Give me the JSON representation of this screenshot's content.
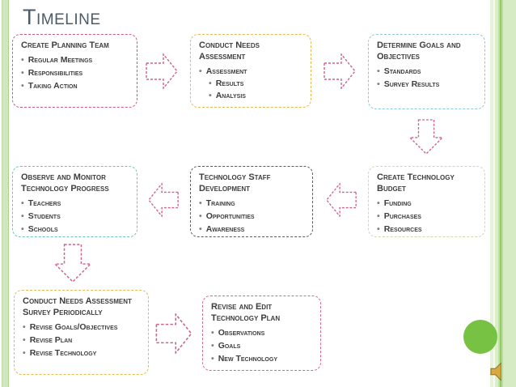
{
  "slide": {
    "title": "Timeline",
    "title_color": "#4A5B6B",
    "background": "#FFFFFF"
  },
  "glyphs": {
    "bullet": "•"
  },
  "decorations": {
    "arrow_color": "#CF608C",
    "left_strip_color": "#D0E6C1",
    "stripe_greens": [
      "#E7F2DB",
      "#DCEDCA",
      "#C2E0A4",
      "#90CB66",
      "#D6EBC4"
    ],
    "circle_color": "#77C143",
    "speaker_icon": "speaker-icon",
    "speaker_color": "#D9A93F"
  },
  "boxes": [
    {
      "title": "Create Planning Team",
      "border_color": "#C85A81",
      "bullets": [
        "Regular Meetings",
        "Responsibilities",
        "Taking Action"
      ]
    },
    {
      "title": "Conduct Needs Assessment",
      "border_color": "#E9B94D",
      "bullets": [
        "Assessment",
        "Results",
        "Analysis"
      ]
    },
    {
      "title": "Determine Goals and Objectives",
      "border_color": "#8EC7DB",
      "bullets": [
        "Standards",
        "Survey Results"
      ]
    },
    {
      "title": "Observe and Monitor Technology Progress",
      "border_color": "#6EC4BD",
      "bullets": [
        "Teachers",
        "Students",
        "Schools"
      ]
    },
    {
      "title": "Technology Staff Development",
      "border_color": "#5A5A5A",
      "bullets": [
        "Training",
        "Opportunities",
        "Awareness"
      ]
    },
    {
      "title": "Create Technology Budget",
      "border_color": "#CBDAB2",
      "bullets": [
        "Funding",
        "Purchases",
        "Resources"
      ]
    },
    {
      "title": "Conduct Needs Assessment Survey Periodically",
      "border_color": "#E9B94D",
      "bullets": [
        "Revise Goals/Objectives",
        "Revise Plan",
        "Revise Technology"
      ]
    },
    {
      "title": "Revise and Edit Technology Plan",
      "border_color": "#D5688D",
      "bullets": [
        "Observations",
        "Goals",
        "New Technology"
      ]
    }
  ]
}
